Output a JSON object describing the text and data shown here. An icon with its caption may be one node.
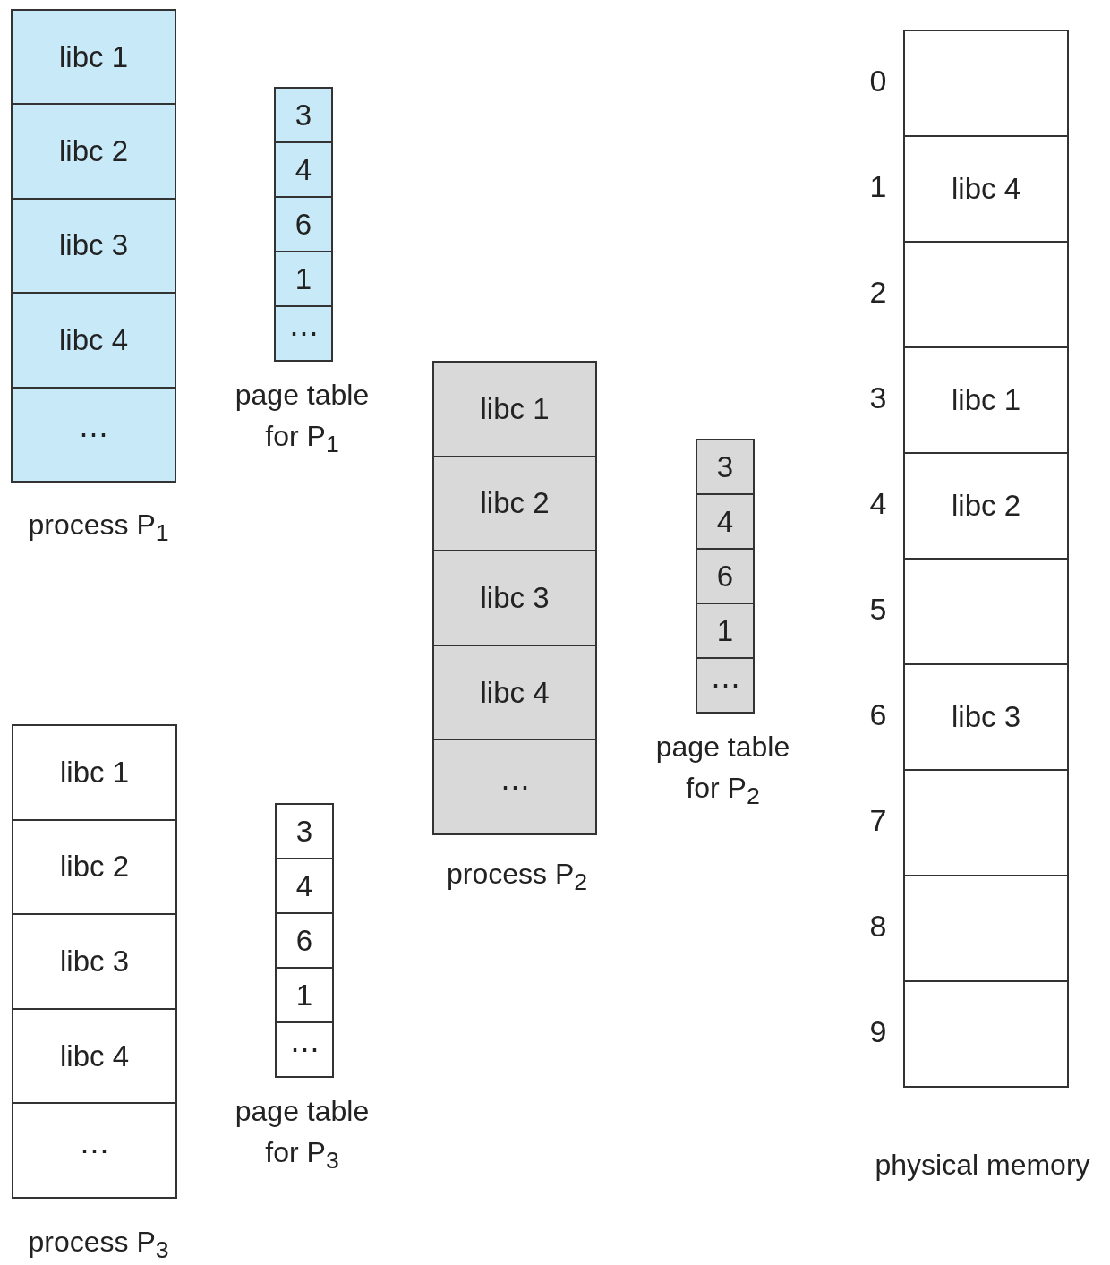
{
  "diagram": {
    "nodes": [
      {
        "text": [
          "process P$_{1}$"
        ]
      },
      {
        "text": [
          "libc 1"
        ],
        "in": 0
      },
      {
        "text": [
          "libc 2"
        ],
        "in": 0
      },
      {
        "text": [
          "libc 3"
        ],
        "in": 0
      },
      {
        "text": [
          "libc 4"
        ],
        "in": 0
      },
      {
        "text": [
          "⋯"
        ],
        "in": 0
      },
      {
        "text": [
          "page table for P$_{1}$"
        ]
      },
      {
        "text": [
          "3"
        ],
        "in": 6
      },
      {
        "text": [
          "4"
        ],
        "in": 6
      },
      {
        "text": [
          "6"
        ],
        "in": 6
      },
      {
        "text": [
          "1"
        ],
        "in": 6
      },
      {
        "text": [
          "⋯"
        ],
        "in": 6
      },
      {
        "text": [
          "process P$_{2}$"
        ]
      },
      {
        "text": [
          "libc 1"
        ],
        "in": 12
      },
      {
        "text": [
          "libc 2"
        ],
        "in": 12
      },
      {
        "text": [
          "libc 3"
        ],
        "in": 12
      },
      {
        "text": [
          "libc 4"
        ],
        "in": 12
      },
      {
        "text": [
          "⋯"
        ],
        "in": 12
      },
      {
        "text": [
          "page table for P$_{2}$"
        ]
      },
      {
        "text": [
          "3"
        ],
        "in": 18
      },
      {
        "text": [
          "4"
        ],
        "in": 18
      },
      {
        "text": [
          "6"
        ],
        "in": 18
      },
      {
        "text": [
          "1"
        ],
        "in": 18
      },
      {
        "text": [
          "⋯"
        ],
        "in": 18
      },
      {
        "text": [
          "process P$_{3}$"
        ]
      },
      {
        "text": [
          "libc 1"
        ],
        "in": 24
      },
      {
        "text": [
          "libc 2"
        ],
        "in": 24
      },
      {
        "text": [
          "libc 3"
        ],
        "in": 24
      },
      {
        "text": [
          "libc 4"
        ],
        "in": 24
      },
      {
        "text": [
          "⋯"
        ],
        "in": 24
      },
      {
        "text": [
          "page table for P$_{3}$"
        ]
      },
      {
        "text": [
          "3"
        ],
        "in": 30
      },
      {
        "text": [
          "4"
        ],
        "in": 30
      },
      {
        "text": [
          "6"
        ],
        "in": 30
      },
      {
        "text": [
          "1"
        ],
        "in": 30
      },
      {
        "text": [
          "⋯"
        ],
        "in": 30
      },
      {
        "text": [
          "physical memory"
        ]
      },
      {
        "text": [],
        "shape": "box",
        "in": 36,
        "beside": [
          "0"
        ]
      },
      {
        "text": [
          "libc 4"
        ],
        "in": 36,
        "beside": [
          "1"
        ]
      },
      {
        "text": [],
        "shape": "box",
        "in": 36,
        "beside": [
          "2"
        ]
      },
      {
        "text": [
          "libc 1"
        ],
        "in": 36,
        "beside": [
          "3"
        ]
      },
      {
        "text": [
          "libc 2"
        ],
        "in": 36,
        "beside": [
          "4"
        ]
      },
      {
        "text": [],
        "shape": "box",
        "in": 36,
        "beside": [
          "5"
        ]
      },
      {
        "text": [
          "libc 3"
        ],
        "in": 36,
        "beside": [
          "6"
        ]
      },
      {
        "text": [],
        "shape": "box",
        "in": 36,
        "beside": [
          "7"
        ]
      },
      {
        "text": [],
        "shape": "box",
        "in": 36,
        "beside": [
          "8"
        ]
      },
      {
        "text": [],
        "shape": "box",
        "in": 36,
        "beside": [
          "9"
        ]
      }
    ],
    "edges": []
  }
}
